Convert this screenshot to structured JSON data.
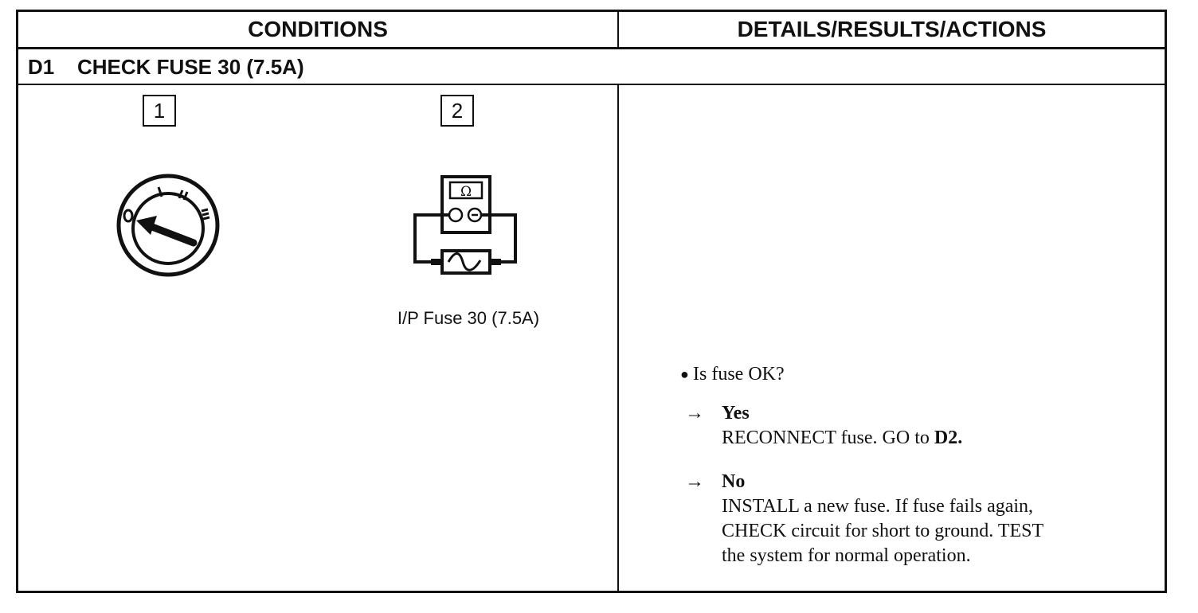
{
  "header": {
    "conditions_label": "CONDITIONS",
    "details_label": "DETAILS/RESULTS/ACTIONS"
  },
  "step": {
    "code": "D1",
    "title": "CHECK FUSE 30 (7.5A)"
  },
  "conditions": {
    "step_numbers": [
      "1",
      "2"
    ],
    "ignition_icon": "ignition-switch-off-icon",
    "ohmmeter_icon": "ohmmeter-fuse-test-icon",
    "ohm_symbol": "Ω",
    "fuse_caption": "I/P Fuse 30 (7.5A)"
  },
  "actions": {
    "question": "Is fuse OK?",
    "yes_label": "Yes",
    "yes_text": "RECONNECT fuse. GO to ",
    "yes_target": "D2.",
    "no_label": "No",
    "no_lines": [
      "INSTALL a new fuse. If fuse fails again,",
      "CHECK circuit for short to ground. TEST",
      "the system for normal operation."
    ]
  }
}
